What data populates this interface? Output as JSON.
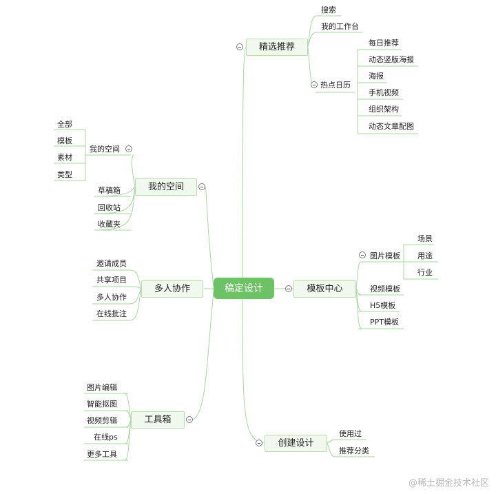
{
  "root": "稿定设计",
  "branches": {
    "jingxuan": {
      "label": "精选推荐",
      "items": [
        "搜索",
        "我的工作台"
      ],
      "hot": {
        "label": "热点日历",
        "items": [
          "每日推荐",
          "动态竖版海报",
          "海报",
          "手机视频",
          "组织架构",
          "动态文章配图"
        ]
      }
    },
    "wodekongjian": {
      "label": "我的空间",
      "sub": {
        "label": "我的空间",
        "items": [
          "全部",
          "模板",
          "素材",
          "类型"
        ]
      },
      "items": [
        "草稿箱",
        "回收站",
        "收藏夹"
      ]
    },
    "duoren": {
      "label": "多人协作",
      "items": [
        "邀请成员",
        "共享项目",
        "多人协作",
        "在线批注"
      ]
    },
    "moban": {
      "label": "模板中心",
      "pic": {
        "label": "图片模板",
        "items": [
          "场景",
          "用途",
          "行业"
        ]
      },
      "items": [
        "视频模板",
        "H5模板",
        "PPT模板"
      ]
    },
    "gongju": {
      "label": "工具箱",
      "items": [
        "图片编辑",
        "智能抠图",
        "视频剪辑",
        "在线ps",
        "更多工具"
      ]
    },
    "chuangjian": {
      "label": "创建设计",
      "items": [
        "使用过",
        "推荐分类"
      ]
    }
  },
  "watermark": "@稀土掘金技术社区"
}
